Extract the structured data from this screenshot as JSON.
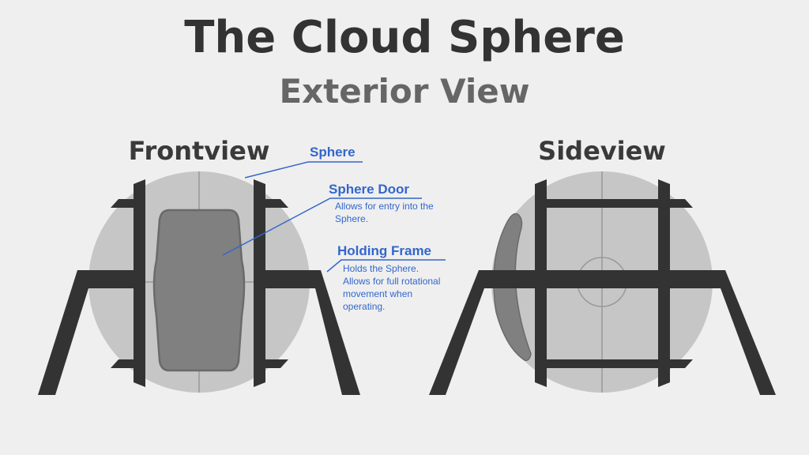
{
  "title": "The Cloud Sphere",
  "subtitle": "Exterior View",
  "views": {
    "front": "Frontview",
    "side": "Sideview"
  },
  "annotations": {
    "sphere": {
      "label": "Sphere"
    },
    "door": {
      "label": "Sphere Door",
      "lines": [
        "Allows for entry into the",
        "Sphere."
      ]
    },
    "frame": {
      "label": "Holding Frame",
      "lines": [
        "Holds the Sphere.",
        "Allows for full rotational",
        "movement when",
        "operating."
      ]
    }
  },
  "colors": {
    "accent": "#3366cc",
    "frame": "#333333",
    "sphere": "#c6c6c6",
    "door": "#808080",
    "background": "#efefef"
  }
}
